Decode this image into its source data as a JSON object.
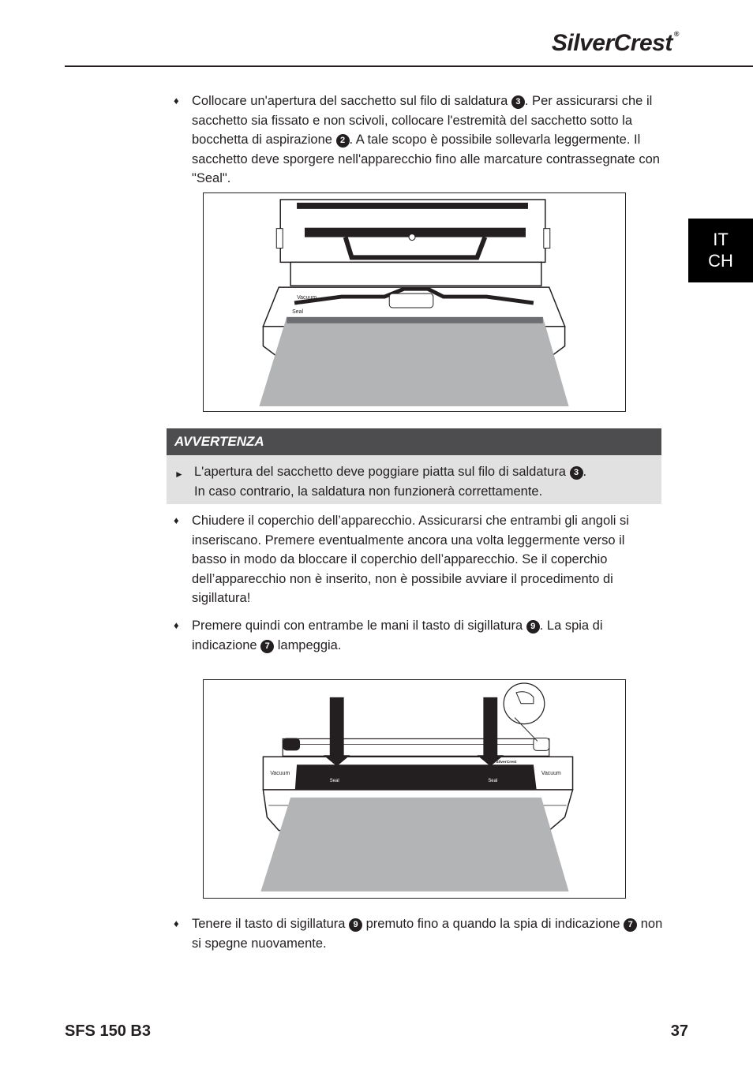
{
  "header": {
    "brand": "SilverCrest",
    "brand_mark": "®"
  },
  "language_tab": {
    "line1": "IT",
    "line2": "CH"
  },
  "bullets": {
    "b1": {
      "part1": "Collocare un'apertura del sacchetto sul filo di saldatura ",
      "ref1": "3",
      "part2": ". Per assicurarsi che il sacchetto sia fissato e non scivoli, collocare l'estremità del sacchetto sotto la bocchetta di aspirazione ",
      "ref2": "2",
      "part3": ". A tale scopo è possibile sollevarla leggermente. Il sacchetto deve sporgere nell'apparecchio fino alle marcature contrassegnate con \"Seal\"."
    },
    "b2": {
      "text": "Chiudere il coperchio dell’apparecchio. Assicurarsi che entrambi gli angoli si inseriscano. Premere eventualmente ancora una volta leggermente verso il basso in modo da bloccare il coperchio dell’apparecchio. Se il coperchio dell’apparecchio non è inserito, non è possibile avviare il procedimento di sigillatura!"
    },
    "b3": {
      "part1": "Premere quindi con entrambe le mani il tasto di sigillatura ",
      "ref1": "9",
      "part2": ". La spia di indicazione ",
      "ref2": "7",
      "part3": " lampeggia."
    },
    "b4": {
      "part1": "Tenere il tasto di sigillatura ",
      "ref1": "9",
      "part2": " premuto fino a quando la spia di indicazione ",
      "ref2": "7",
      "part3": " non si spegne nuovamente."
    }
  },
  "warning": {
    "title": "AVVERTENZA",
    "part1": "L'apertura del sacchetto deve poggiare piatta sul filo di saldatura ",
    "ref1": "3",
    "part2": ".",
    "line2": "In caso contrario, la saldatura non funzionerà correttamente."
  },
  "figure1": {
    "label_vacuum": "Vacuum",
    "label_seal": "Seal"
  },
  "figure2": {
    "label_vacuum": "Vacuum",
    "label_seal": "Seal",
    "label_brand": "SilverCrest"
  },
  "footer": {
    "model": "SFS 150 B3",
    "page": "37"
  }
}
